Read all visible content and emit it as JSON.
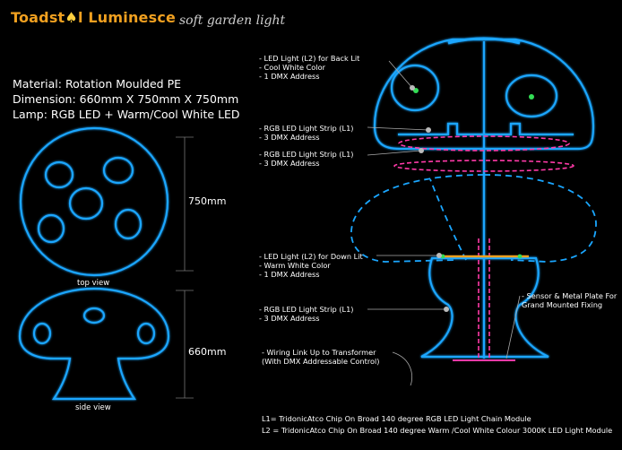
{
  "header": {
    "brand": "Toadstool Luminesce",
    "brand_shown": "Toadst",
    "brand_tail": "l  Luminesce",
    "tagline": "soft garden light"
  },
  "specs": [
    "Material:  Rotation Moulded PE",
    "Dimension:  660mm X 750mm X 750mm",
    "Lamp: RGB LED + Warm/Cool White LED"
  ],
  "dimensions": {
    "height_top": "750mm",
    "height_side": "660mm"
  },
  "views": {
    "top": "top view",
    "side": "side view"
  },
  "callouts": {
    "led_back": [
      "- LED Light (L2) for Back Lit",
      "- Cool White  Color",
      "- 1 DMX Address"
    ],
    "rgb_1": [
      "- RGB LED Light Strip (L1)",
      "- 3 DMX Address"
    ],
    "rgb_2": [
      "- RGB LED Light Strip (L1)",
      "- 3 DMX Address"
    ],
    "led_down": [
      "- LED Light (L2) for Down Lit",
      "- Warm White  Color",
      "- 1 DMX Address"
    ],
    "rgb_3": [
      "- RGB LED Light Strip (L1)",
      "- 3 DMX Address"
    ],
    "wiring": [
      "- Wiring Link Up to Transformer",
      "  (With DMX Addressable Control)"
    ],
    "sensor": [
      "- Sensor & Metal Plate For",
      "  Grand Mounted Fixing"
    ]
  },
  "legend": [
    "L1= TridonicAtco Chip On Broad 140 degree RGB LED Light Chain Module",
    "L2 = TridonicAtco Chip On Broad 140 degree Warm /Cool White Colour 3000K LED Light Module"
  ],
  "colors": {
    "glow": "#1aa6ff",
    "accent": "#f0a020",
    "strip": "#ff3aa8",
    "green": "#33dd55"
  }
}
